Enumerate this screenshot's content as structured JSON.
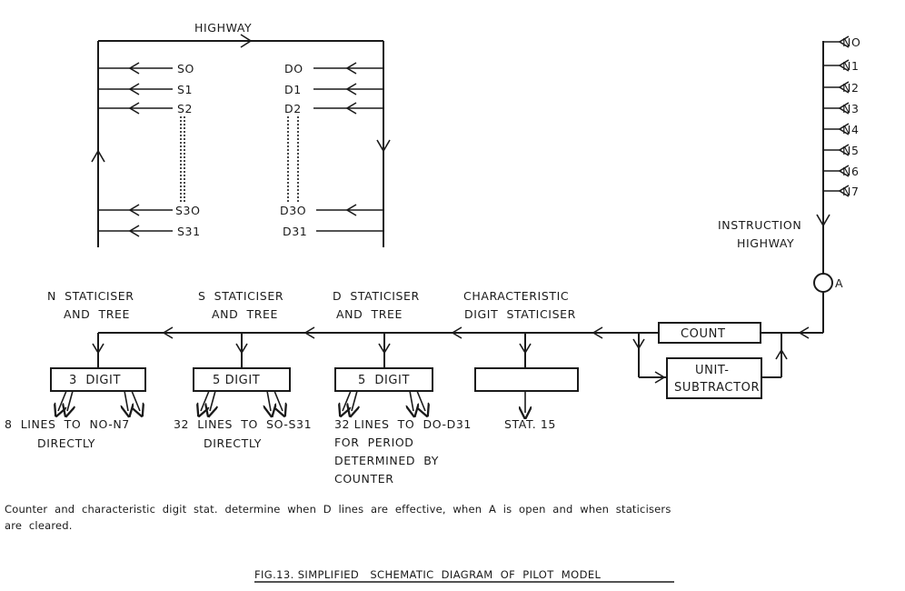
{
  "top": {
    "highway": "HIGHWAY",
    "s_lines": [
      "SO",
      "S1",
      "S2",
      "S3O",
      "S31"
    ],
    "d_lines": [
      "DO",
      "D1",
      "D2",
      "D3O",
      "D31"
    ]
  },
  "right": {
    "n_lines": [
      "NO",
      "N1",
      "N2",
      "N3",
      "N4",
      "N5",
      "N6",
      "N7"
    ],
    "instruction_highway": [
      "INSTRUCTION",
      "HIGHWAY"
    ],
    "gate": "A"
  },
  "staticisers": {
    "n_title": [
      "N  STATICISER",
      "AND  TREE"
    ],
    "s_title": [
      "S  STATICISER",
      "AND  TREE"
    ],
    "d_title": [
      "D  STATICISER",
      "AND  TREE"
    ],
    "c_title": [
      "CHARACTERISTIC",
      "DIGIT  STATICISER"
    ],
    "n_box": "3  DIGIT",
    "s_box": "5 DIGIT",
    "d_box": "5  DIGIT",
    "c_box": "",
    "count": "COUNT",
    "unit_subtractor": [
      "UNIT-",
      "SUBTRACTOR"
    ]
  },
  "outputs": {
    "n_out": [
      "8  LINES  TO  NO-N7",
      "DIRECTLY"
    ],
    "s_out": [
      "32  LINES  TO  SO-S31",
      "DIRECTLY"
    ],
    "d_out": [
      "32 LINES  TO  DO-D31",
      "FOR  PERIOD",
      "DETERMINED  BY",
      "COUNTER"
    ],
    "c_out": "STAT. 15"
  },
  "note": [
    "Counter  and  characteristic  digit  stat.  determine  when  D  lines  are  effective,  when  A  is  open  and  when  staticisers",
    "are  cleared."
  ],
  "caption": "FIG.13. SIMPLIFIED   SCHEMATIC  DIAGRAM  OF  PILOT  MODEL"
}
